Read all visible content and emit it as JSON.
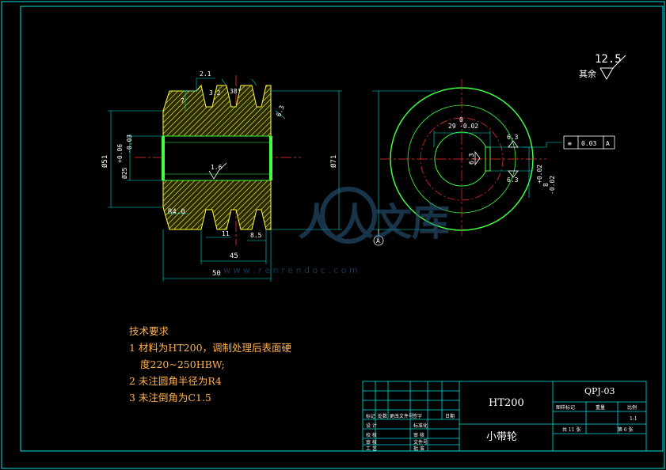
{
  "colors": {
    "background": "#000000",
    "frame": "#00e0e0",
    "section_fill": "#ffff40",
    "outline": "#40ff40",
    "dimension": "#ffffff",
    "centerline": "#ff3030",
    "notes": "#ffb050"
  },
  "surface_roughness": {
    "value": "12.5",
    "label": "其余"
  },
  "front_view": {
    "dimensions": {
      "top_width": "2.1",
      "small_step": "3.2",
      "angle": "38°",
      "top_left": "7",
      "roughness_right": "6.3",
      "bore_roughness": "1.6",
      "outer_dia": "Ø51",
      "bore_dia": "Ø25",
      "bore_tol_upper": "+0.06",
      "bore_tol_lower": "-0.03",
      "pitch_dia": "Ø71",
      "fillet": "R4.0",
      "groove_pitch": "11",
      "groove_width": "8.5",
      "groove_span": "45",
      "total_width": "50"
    }
  },
  "side_view": {
    "keyway_width": "29",
    "keyway_tol_upper": "0",
    "keyway_tol_lower": "-0.02",
    "roughness_top": "6.3",
    "roughness_mid": "6.3",
    "roughness_bottom": "6.3",
    "key_height": "8",
    "key_tol_upper": "+0.02",
    "key_tol_lower": "-0.02",
    "tolerance_symbol": "≡",
    "tolerance_value": "0.03",
    "datum": "A",
    "datum_label": "A"
  },
  "watermark": {
    "text": "人人文库",
    "url": "w w w . r e n r e n d o c . c o m"
  },
  "technical_requirements": {
    "title": "技术要求",
    "lines": [
      "1 材料为HT200，调制处理后表面硬",
      "  度220~250HBW;",
      "2 未注圆角半径为R4",
      "3 未注倒角为C1.5"
    ]
  },
  "title_block": {
    "material": "HT200",
    "part_name": "小带轮",
    "drawing_no": "QPJ-03",
    "scale": "1:1",
    "sheet_total": "共 11 张",
    "sheet_no": "第 6 张",
    "headers": [
      "标记",
      "处数",
      "更改文件号",
      "签字",
      "日期"
    ],
    "roles": [
      "设 计",
      "校 核",
      "审 核",
      "工 艺"
    ],
    "approvals": [
      "标准化",
      "审 核",
      "文件号",
      "批 准"
    ],
    "col_labels": [
      "图样标记",
      "重量",
      "比例"
    ]
  }
}
